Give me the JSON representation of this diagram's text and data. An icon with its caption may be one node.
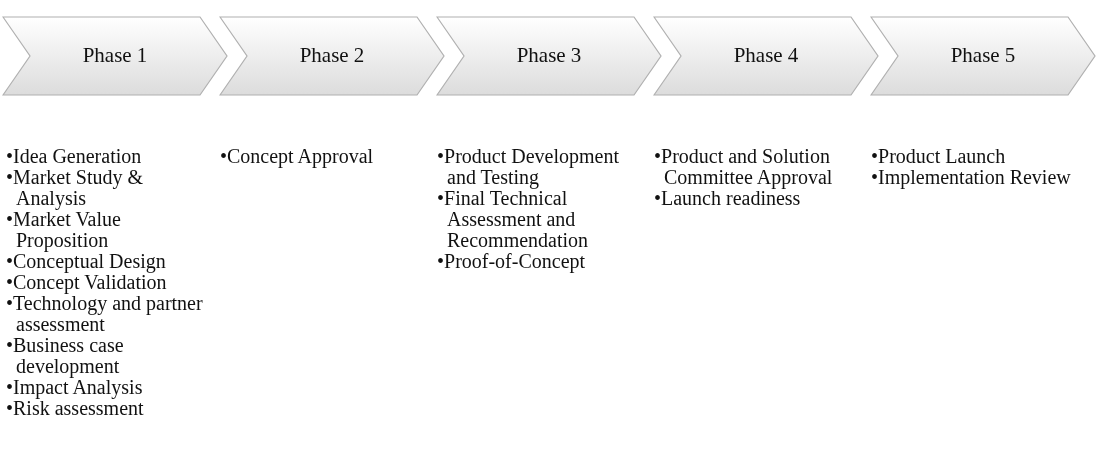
{
  "diagram": {
    "nodes": [
      {
        "text": [
          "Phase 1"
        ],
        "beside": [
          "•Idea Generation",
          "•Market Study & Analysis",
          "•Market Value Proposition",
          "•Conceptual Design",
          "•Concept Validation",
          "•Technology and partner assessment",
          "•Business case development",
          "•Impact Analysis",
          "•Risk assessment"
        ]
      },
      {
        "text": [
          "Phase 2"
        ],
        "beside": [
          "•Concept Approval"
        ]
      },
      {
        "text": [
          "Phase 3"
        ],
        "beside": [
          "•Product Development and Testing",
          "•Final Technical Assessment and Recommendation",
          "•Proof-of-Concept"
        ]
      },
      {
        "text": [
          "Phase 4"
        ],
        "beside": [
          "•Product and Solution Committee Approval",
          "•Launch readiness"
        ]
      },
      {
        "text": [
          "Phase 5"
        ],
        "beside": [
          "•Product Launch",
          "•Implementation Review"
        ]
      }
    ]
  }
}
